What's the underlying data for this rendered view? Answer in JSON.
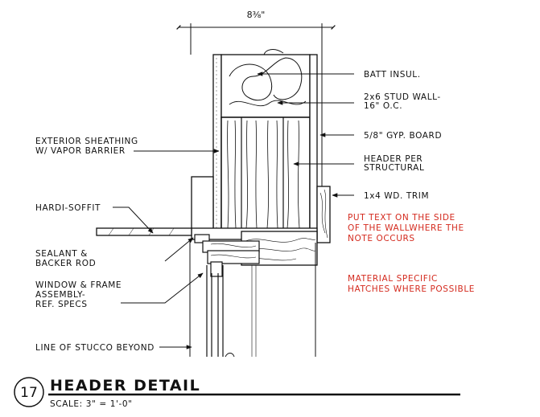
{
  "dimension": {
    "label": "8⅜\""
  },
  "notes": [
    {
      "id": "batt-insul",
      "lines": [
        "BATT INSUL."
      ]
    },
    {
      "id": "stud-wall",
      "lines": [
        "2x6 STUD WALL-",
        "16\" O.C."
      ]
    },
    {
      "id": "gyp-board",
      "lines": [
        "5/8\" GYP. BOARD"
      ]
    },
    {
      "id": "header",
      "lines": [
        "HEADER PER",
        "STRUCTURAL"
      ]
    },
    {
      "id": "trim",
      "lines": [
        "1x4 WD. TRIM"
      ]
    },
    {
      "id": "ext-sheathing",
      "lines": [
        "EXTERIOR SHEATHING",
        "W/ VAPOR BARRIER"
      ]
    },
    {
      "id": "hardi-soffit",
      "lines": [
        "HARDI-SOFFIT"
      ]
    },
    {
      "id": "sealant",
      "lines": [
        "SEALANT &",
        "BACKER ROD"
      ]
    },
    {
      "id": "window-frame",
      "lines": [
        "WINDOW & FRAME",
        "ASSEMBLY-",
        "REF. SPECS"
      ]
    },
    {
      "id": "stucco",
      "lines": [
        "LINE OF STUCCO BEYOND"
      ]
    }
  ],
  "red_notes": [
    {
      "id": "side-note",
      "lines": [
        "PUT TEXT ON THE SIDE",
        "OF THE WALLWHERE THE",
        "NOTE OCCURS"
      ]
    },
    {
      "id": "hatch-note",
      "lines": [
        "MATERIAL SPECIFIC",
        "HATCHES WHERE POSSIBLE"
      ]
    }
  ],
  "title_block": {
    "detail_number": "17",
    "title": "HEADER DETAIL",
    "scale": "SCALE:  3\" = 1'-0\""
  },
  "colors": {
    "ink": "#111111",
    "annotation": "#d42a1e"
  }
}
